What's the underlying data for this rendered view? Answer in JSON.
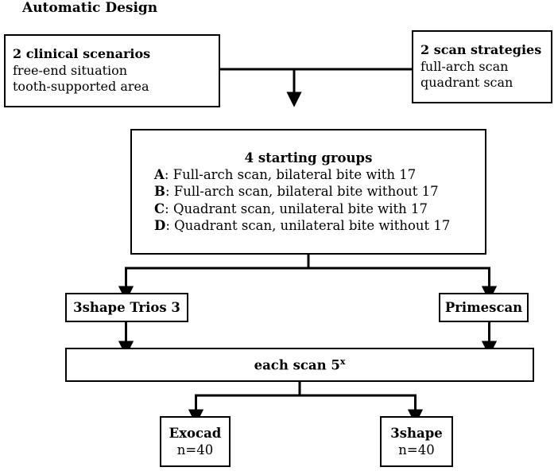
{
  "diagram": {
    "title": "Automatic Design",
    "nodes": {
      "clinical_scenarios": {
        "heading": "2 clinical scenarios",
        "lines": [
          "free-end situation",
          "tooth-supported area"
        ]
      },
      "scan_strategies": {
        "heading": "2 scan strategies",
        "lines": [
          "full-arch scan",
          "quadrant scan"
        ]
      },
      "starting_groups": {
        "heading": "4 starting groups",
        "groups": [
          {
            "label": "A",
            "text": ": Full-arch scan, bilateral bite with 17"
          },
          {
            "label": "B",
            "text": ": Full-arch scan, bilateral bite without 17"
          },
          {
            "label": "C",
            "text": ": Quadrant scan, unilateral bite with 17"
          },
          {
            "label": "D",
            "text": ": Quadrant scan, unilateral bite without 17"
          }
        ]
      },
      "scanner_left": {
        "label": "3shape Trios 3"
      },
      "scanner_right": {
        "label": "Primescan"
      },
      "repetition": {
        "label": "each scan 5",
        "superscript": "x"
      },
      "software_left": {
        "label": "Exocad",
        "count": "n=40"
      },
      "software_right": {
        "label": "3shape",
        "count": "n=40"
      }
    },
    "colors": {
      "stroke": "#000000",
      "fill": "#ffffff",
      "text": "#000000"
    }
  }
}
